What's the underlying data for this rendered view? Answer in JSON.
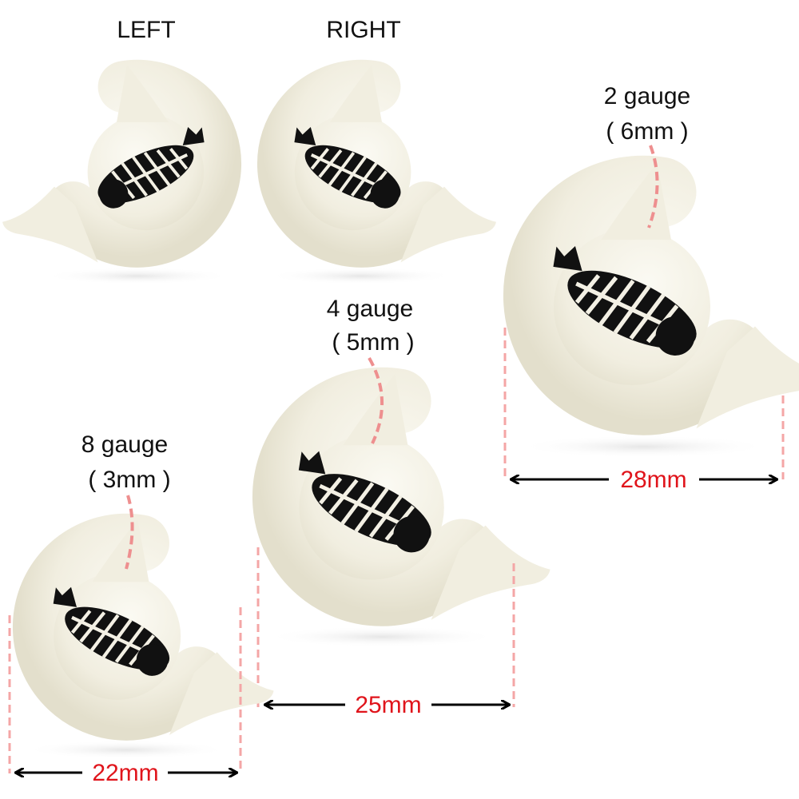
{
  "labels": {
    "left": "LEFT",
    "right": "RIGHT"
  },
  "sizes": [
    {
      "gauge": "2 gauge",
      "mm": "( 6mm )",
      "width": "28mm"
    },
    {
      "gauge": "4 gauge",
      "mm": "( 5mm )",
      "width": "25mm"
    },
    {
      "gauge": "8 gauge",
      "mm": "( 3mm )",
      "width": "22mm"
    }
  ],
  "colors": {
    "body": "#f3f0e4",
    "feather": "#111111",
    "dimension_text": "#e0141b",
    "guide_line": "#f4a6a6"
  }
}
